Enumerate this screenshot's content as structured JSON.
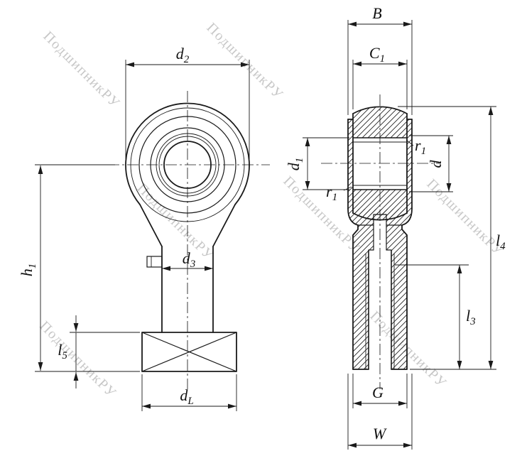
{
  "watermark": {
    "text": "ПодшипникРУ"
  },
  "front_view": {
    "dims": {
      "d2": {
        "base": "d",
        "sub": "2"
      },
      "h1": {
        "base": "h",
        "sub": "1"
      },
      "d3": {
        "base": "d",
        "sub": "3"
      },
      "l5": {
        "base": "l",
        "sub": "5"
      },
      "dL": {
        "base": "d",
        "sub": "L"
      }
    }
  },
  "side_view": {
    "dims": {
      "B": {
        "base": "B",
        "sub": ""
      },
      "C1": {
        "base": "C",
        "sub": "1"
      },
      "d1": {
        "base": "d",
        "sub": "1"
      },
      "r1_upper": {
        "base": "r",
        "sub": "1"
      },
      "r1_lower": {
        "base": "r",
        "sub": "1"
      },
      "d": {
        "base": "d",
        "sub": ""
      },
      "l4": {
        "base": "l",
        "sub": "4"
      },
      "l3": {
        "base": "l",
        "sub": "3"
      },
      "G": {
        "base": "G",
        "sub": ""
      },
      "W": {
        "base": "W",
        "sub": ""
      }
    }
  },
  "colors": {
    "line": "#1a1a1a",
    "watermark": "#9a9a9a",
    "background": "#ffffff"
  }
}
